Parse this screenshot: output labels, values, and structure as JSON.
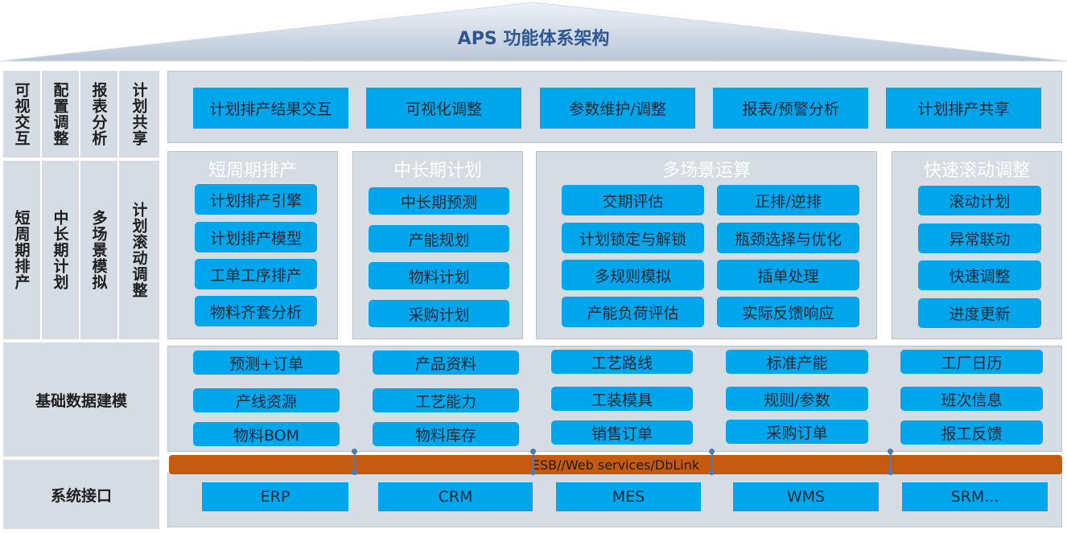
{
  "title": "APS 功能体系架构",
  "left_labels": {
    "interact": [
      "可视交互",
      "配置调整",
      "报表分析",
      "计划共享"
    ],
    "scheduling": [
      "短周期排产",
      "中长期计划",
      "多场景模拟",
      "计划滚动调整"
    ],
    "base_data": "基础数据建模",
    "system_interface": "系统接口"
  },
  "top_row": [
    "计划排产结果交互",
    "可视化调整",
    "参数维护/调整",
    "报表/预警分析",
    "计划排产共享"
  ],
  "short_cycle": {
    "title": "短周期排产",
    "items": [
      "计划排产引擎",
      "计划排产模型",
      "工单工序排产",
      "物料齐套分析"
    ]
  },
  "mid_long": {
    "title": "中长期计划",
    "items": [
      "中长期预测",
      "产能规划",
      "物料计划",
      "采购计划"
    ]
  },
  "multi_scene": {
    "title": "多场景运算",
    "left": [
      "交期评估",
      "计划锁定与解锁",
      "多规则模拟",
      "产能负荷评估"
    ],
    "right": [
      "正排/逆排",
      "瓶颈选择与优化",
      "插单处理",
      "实际反馈响应"
    ]
  },
  "rolling": {
    "title": "快速滚动调整",
    "items": [
      "滚动计划",
      "异常联动",
      "快速调整",
      "进度更新"
    ]
  },
  "base_data": [
    [
      "预测+订单",
      "产线资源",
      "物料BOM"
    ],
    [
      "产品资料",
      "工艺能力",
      "物料库存"
    ],
    [
      "工艺路线",
      "工装模具",
      "销售订单"
    ],
    [
      "标准产能",
      "规则/参数",
      "采购订单"
    ],
    [
      "工厂日历",
      "班次信息",
      "报工反馈"
    ]
  ],
  "bus_label": "ESB//Web services/DbLink",
  "systems": [
    "ERP",
    "CRM",
    "MES",
    "WMS",
    "SRM..."
  ],
  "colors": {
    "box": "#00a6eb",
    "panel": "#d5dce4",
    "bus": "#c55a11",
    "title": "#2f5690"
  }
}
